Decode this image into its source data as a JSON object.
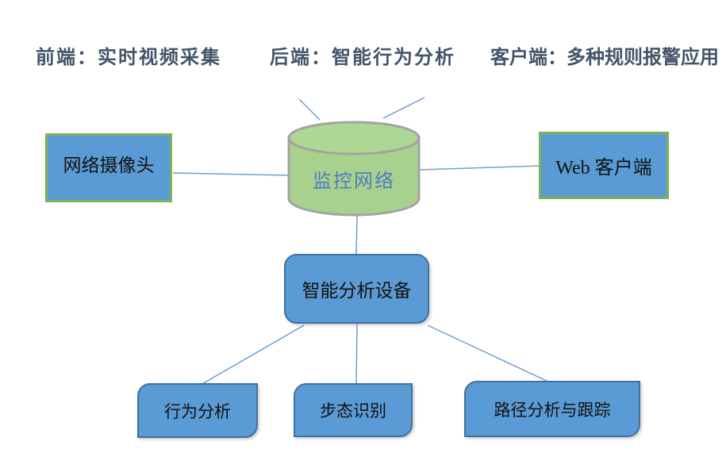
{
  "header_labels": {
    "front_end": "前端：实时视频采集",
    "back_end": "后端：智能行为分析",
    "client": "客户端：多种规则报警应用"
  },
  "nodes": {
    "camera": "网络摄像头",
    "network": "监控网络",
    "web_client": "Web 客户端",
    "analysis_device": "智能分析设备",
    "behavior": "行为分析",
    "gait": "步态识别",
    "path_tracking": "路径分析与跟踪"
  },
  "edges": [
    {
      "from": "camera",
      "to": "network"
    },
    {
      "from": "network",
      "to": "web_client"
    },
    {
      "from": "network",
      "to": "analysis_device"
    },
    {
      "from": "analysis_device",
      "to": "behavior"
    },
    {
      "from": "analysis_device",
      "to": "gait"
    },
    {
      "from": "analysis_device",
      "to": "path_tracking"
    },
    {
      "from": "network",
      "to": "ray-top-left"
    },
    {
      "from": "network",
      "to": "ray-top-right"
    }
  ],
  "colors": {
    "node_fill_blue": "#5b9bd5",
    "node_border_green": "#7cb356",
    "node_border_blue": "#41719c",
    "cylinder_fill": "#a9d18e",
    "cylinder_top_fill": "#aed695",
    "cylinder_border": "#a3a3a3",
    "cylinder_text": "#4d7dbe",
    "connector_line": "#6f9ed4",
    "header_text": "#44546a"
  }
}
